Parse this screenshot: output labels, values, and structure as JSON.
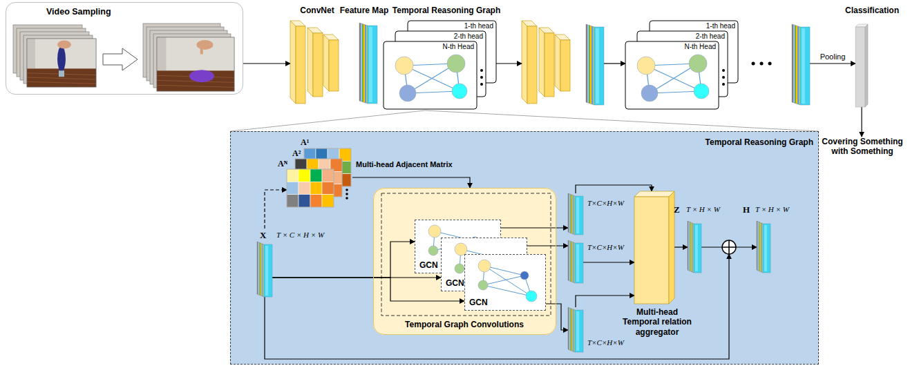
{
  "diagram": {
    "nodes": [
      {
        "text": [
          "Video Sampling"
        ]
      },
      {
        "text": [
          "ConvNet"
        ]
      },
      {
        "text": [
          "Feature Map"
        ]
      },
      {
        "text": [
          "Temporal Reasoning Graph",
          "1-th head",
          "2-th head",
          "N-th Head"
        ]
      },
      {
        "text": [
          "1-th head",
          "2-th head",
          "N-th Head"
        ]
      },
      {
        "text": [
          "Classification"
        ]
      },
      {
        "text": [
          "Covering Something with Something"
        ]
      },
      {
        "text": [
          "Temporal Reasoning Graph"
        ]
      },
      {
        "text": [
          "A¹",
          "A²",
          "Aᴺ",
          "Multi-head Adjacent Matrix"
        ],
        "in": 7
      },
      {
        "text": [
          "X",
          "T × C × H × W"
        ],
        "in": 7
      },
      {
        "text": [
          "Temporal Graph Convolutions"
        ],
        "in": 7
      },
      {
        "text": [
          "GCN"
        ],
        "in": 10
      },
      {
        "text": [
          "GCN"
        ],
        "in": 10
      },
      {
        "text": [
          "GCN"
        ],
        "in": 10
      },
      {
        "text": [
          "T×C×H×W"
        ],
        "in": 7
      },
      {
        "text": [
          "T×C×H×W"
        ],
        "in": 7
      },
      {
        "text": [
          "T×C×H×W"
        ],
        "in": 7
      },
      {
        "text": [
          "Multi-head Temporal relation aggregator"
        ],
        "in": 7
      },
      {
        "text": [
          "Z",
          "T × H × W"
        ],
        "in": 7
      },
      {
        "text": [
          "H",
          "T × H × W"
        ],
        "in": 7
      }
    ],
    "edges": [
      {
        "from": 0,
        "to": 1,
        "arrow": "to"
      },
      {
        "from": 5,
        "to": 6,
        "arrow": "to"
      },
      {
        "from": 9,
        "to": 8,
        "arrow": "to"
      },
      {
        "from": 8,
        "to": 10,
        "arrow": "to"
      },
      {
        "from": 9,
        "to": 11,
        "arrow": "to"
      },
      {
        "from": 9,
        "to": 12,
        "arrow": "to"
      },
      {
        "from": 9,
        "to": 13,
        "arrow": "to"
      },
      {
        "from": 11,
        "to": 14,
        "arrow": "to"
      },
      {
        "from": 12,
        "to": 15,
        "arrow": "to"
      },
      {
        "from": 13,
        "to": 16,
        "arrow": "to"
      },
      {
        "from": 14,
        "to": 17,
        "arrow": "to"
      },
      {
        "from": 15,
        "to": 17,
        "arrow": "to"
      },
      {
        "from": 16,
        "to": 17,
        "arrow": "to"
      },
      {
        "from": 17,
        "to": 18,
        "arrow": "to"
      },
      {
        "from": 18,
        "to": 19,
        "arrow": "to"
      }
    ],
    "labels": [
      "Pooling"
    ]
  }
}
